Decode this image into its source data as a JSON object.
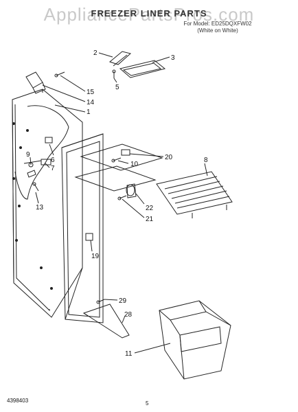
{
  "header": {
    "watermark": "AppliancePartsPros.com",
    "title": "FREEZER LINER PARTS",
    "subtitle_line1": "For Model: ED25DQXFW02",
    "subtitle_line2": "(White on White)"
  },
  "callouts": {
    "c1": "1",
    "c2": "2",
    "c3": "3",
    "c5": "5",
    "c6": "6",
    "c7": "7",
    "c8": "8",
    "c9": "9",
    "c10": "10",
    "c11": "11",
    "c13": "13",
    "c14": "14",
    "c15": "15",
    "c19": "19",
    "c20": "20",
    "c21": "21",
    "c22": "22",
    "c28": "28",
    "c29": "29"
  },
  "footer": {
    "doc_number": "4398403",
    "page_number": "5"
  }
}
